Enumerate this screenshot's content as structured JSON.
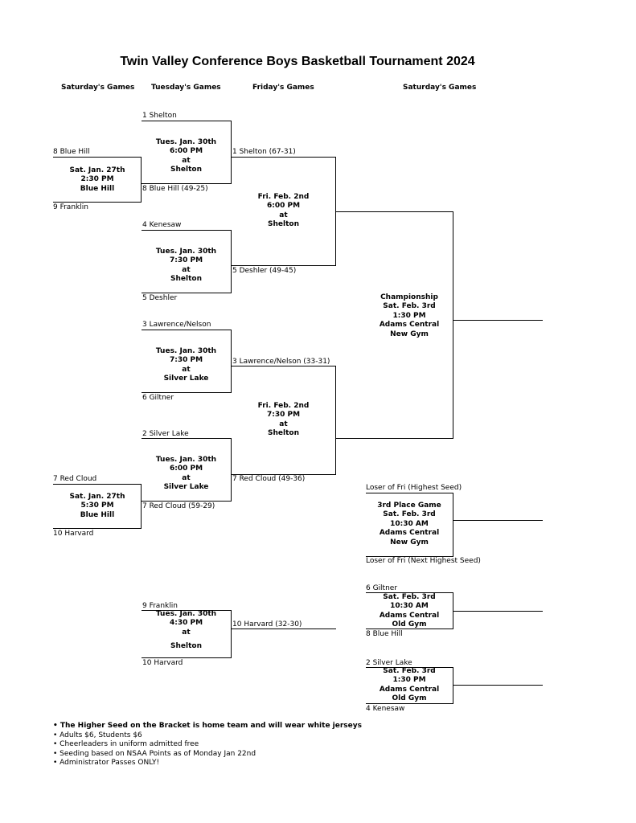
{
  "title": "Twin Valley Conference Boys Basketball Tournament 2024",
  "columns": [
    "Saturday's Games",
    "Tuesday's Games",
    "Friday's Games",
    "Saturday's Games"
  ],
  "teams": {
    "t1": "1 Shelton",
    "t2": "8 Blue Hill",
    "t3": "9 Franklin",
    "t4": "8 Blue Hill (49-25)",
    "t5": "4 Kenesaw",
    "t6": "5 Deshler",
    "t7": "1 Shelton (67-31)",
    "t8": "5 Deshler (49-45)",
    "t9": "3 Lawrence/Nelson",
    "t10": "6 Giltner",
    "t11": "3 Lawrence/Nelson (33-31)",
    "t12": "2 Silver Lake",
    "t13": "7 Red Cloud",
    "t14": "7 Red Cloud (59-29)",
    "t15": "10 Harvard",
    "t16": "7 Red Cloud (49-36)",
    "t17": "Loser of Fri (Highest Seed)",
    "t18": "Loser of Fri (Next Highest Seed)",
    "t19": "9 Franklin",
    "t20": "10 Harvard",
    "t21": "10 Harvard (32-30)",
    "t22": "6 Giltner",
    "t23": "8 Blue Hill",
    "t24": "2 Silver Lake",
    "t25": "4 Kenesaw"
  },
  "games": {
    "g1": [
      "Sat. Jan. 27th",
      "2:30 PM",
      "Blue Hill"
    ],
    "g2": [
      "Tues. Jan. 30th",
      "6:00 PM",
      "at",
      "Shelton"
    ],
    "g3": [
      "Tues. Jan. 30th",
      "7:30 PM",
      "at",
      "Shelton"
    ],
    "g4": [
      "Fri. Feb. 2nd",
      "6:00 PM",
      "at",
      "Shelton"
    ],
    "g5": [
      "Tues. Jan. 30th",
      "7:30 PM",
      "at",
      "Silver Lake"
    ],
    "g6": [
      "Fri. Feb. 2nd",
      "7:30 PM",
      "at",
      "Shelton"
    ],
    "g7": [
      "Championship",
      "Sat. Feb. 3rd",
      "1:30 PM",
      "Adams Central",
      "New Gym"
    ],
    "g8": [
      "Tues. Jan. 30th",
      "6:00 PM",
      "at",
      "Silver Lake"
    ],
    "g9": [
      "Sat. Jan. 27th",
      "5:30 PM",
      "Blue Hill"
    ],
    "g10": [
      "3rd Place Game",
      "Sat. Feb. 3rd",
      "10:30 AM",
      "Adams Central",
      "New Gym"
    ],
    "g11": [
      "Tues. Jan. 30th",
      "4:30 PM",
      "at",
      "",
      "Shelton"
    ],
    "g12": [
      "Sat. Feb. 3rd",
      "10:30 AM",
      "Adams Central",
      "Old Gym"
    ],
    "g13": [
      "Sat. Feb. 3rd",
      "1:30 PM",
      "Adams Central",
      "Old Gym"
    ]
  },
  "notes": [
    "• The Higher Seed on the Bracket is home team and will wear white jerseys",
    "• Adults $6, Students $6",
    "• Cheerleaders in uniform admitted free",
    "• Seeding based on NSAA Points as of Monday Jan 22nd",
    "• Administrator Passes ONLY!"
  ]
}
